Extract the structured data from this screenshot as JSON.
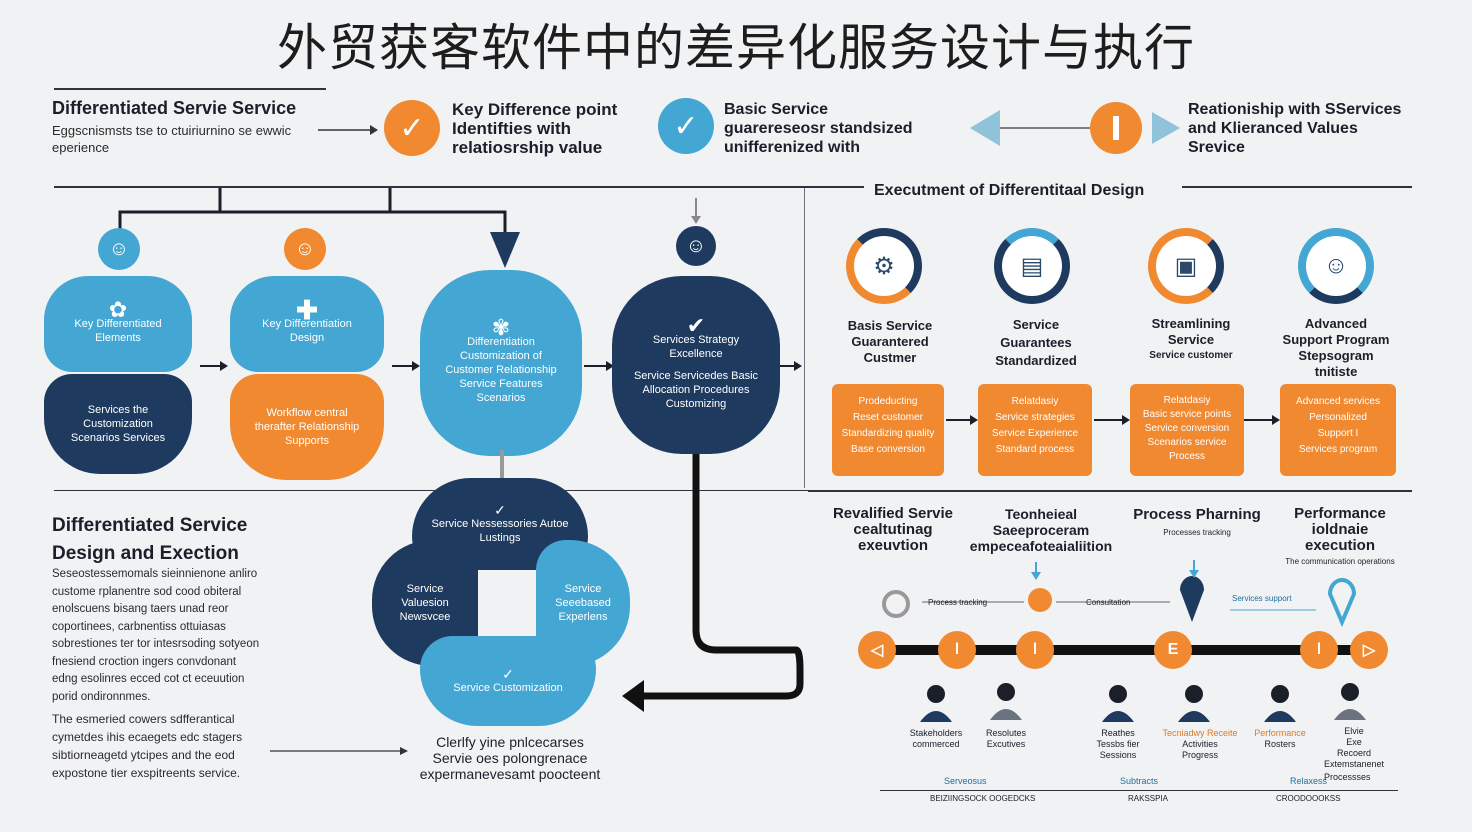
{
  "title": "外贸获客软件中的差异化服务设计与执行",
  "top": {
    "left_heading": "Differentiated Servie Service",
    "left_sub": [
      "Eggscnismsts tse to ctuiriurnino se ewwic",
      "eperience"
    ],
    "item1": [
      "Key Difference point",
      "Identifties with",
      "relatiosrship value"
    ],
    "item2": [
      "Basic Service",
      "guarereseosr standsized",
      "unifferenized with"
    ],
    "item3": [
      "Reationiship with SServices",
      "and Klieranced Values",
      "Srevice"
    ]
  },
  "exec_heading": "Executment of Differentitaal Design",
  "hexes": [
    {
      "top": "Key Differentiated Elements",
      "bottom": "Services the Customization Scenarios Services"
    },
    {
      "top": "Key Differentiation Design",
      "bottom": "Workflow central therafter Relationship Supports"
    },
    {
      "main": "Differentiation Customization of Customer Relationship Service Features Scenarios"
    },
    {
      "top": "Services Strategy Excellence",
      "bottom": "Service Servicedes Basic Allocation Procedures Customizing"
    }
  ],
  "stages": [
    {
      "title": [
        "Basis Service",
        "Guarantered",
        "Custmer"
      ],
      "box": [
        "Prodeducting",
        "Reset customer",
        "Standardizing quality",
        "Base conversion"
      ]
    },
    {
      "title": [
        "Service",
        "Guarantees",
        "Standardized"
      ],
      "box": [
        "Relatdasiy",
        "Service strategies",
        "Service Experience",
        "Standard process"
      ]
    },
    {
      "title": [
        "Streamlining",
        "Service",
        "Service customer"
      ],
      "box": [
        "Relatdasiy",
        "Basic service points",
        "Service conversion",
        "Scenarios service",
        "Process"
      ]
    },
    {
      "title": [
        "Advanced",
        "Support Program",
        "Stepsogram",
        "tnitiste"
      ],
      "box": [
        "Advanced services",
        "Personalized",
        "Support I",
        "Services program"
      ]
    }
  ],
  "left_block": {
    "heading": [
      "Differentiated Service",
      "Design and Exection"
    ],
    "para1": [
      "Seseostessemomals sieinnienone anliro",
      "custome rplanentre sod cood obiteral",
      "enolscuens bisang taers unad reor",
      "coportinees, carbnentiss ottuiasas",
      "sobrestiones ter tor intesrsoding sotyeon",
      "fnesiend croction ingers convdonant",
      "edng esolinres ecced cot ct eceuution",
      "porid ondironnmes."
    ],
    "para2": [
      "The esmeried cowers sdfferantical",
      "cymetdes ihis ecaegets edc stagers",
      "sibtiorneagetd ytcipes and the eod",
      "expostone tier exspitreents service."
    ]
  },
  "cycle": [
    {
      "label": "Service Nessessories Autoe Lustings"
    },
    {
      "label": "Service Valuesion Newsvcee"
    },
    {
      "label": "Service Seeebased Experlens"
    },
    {
      "label": "Service Customization"
    }
  ],
  "cycle_caption": [
    "Clerlfy yine pnlcecarses",
    "Servie oes polongrenace",
    "expermanevesamt poocteent"
  ],
  "lower_cols": [
    {
      "title": [
        "Revalified Servie",
        "cealtutinag",
        "exeuvtion"
      ]
    },
    {
      "title": [
        "Teonheieal",
        "Saeeproceram",
        "empeceafoteaialiition"
      ]
    },
    {
      "title": [
        "Process Pharning"
      ],
      "sub": "Processes tracking"
    },
    {
      "title": [
        "Performance",
        "ioldnaie",
        "execution"
      ],
      "sub": "The communication operations"
    }
  ],
  "timeline_labels": [
    "Process tracking",
    "Consultation",
    "Services support"
  ],
  "people": [
    {
      "name": [
        "Stakeholders",
        "commerced"
      ]
    },
    {
      "name": [
        "Resolutes",
        "Excutives"
      ]
    },
    {
      "name": [
        "Reathes",
        "Tessbs fier",
        "Sessions"
      ]
    },
    {
      "name": [
        "Tecniadwy Receite",
        "Activities",
        "Progress"
      ]
    },
    {
      "name": [
        "Performance",
        "Rosters"
      ]
    },
    {
      "name": [
        "Elvie",
        "Exe",
        "Recoerd",
        "Extemstanenet"
      ]
    }
  ],
  "bottom_labels": [
    "Serveosus",
    "Subtracts",
    "Relaxess",
    "Processses"
  ],
  "axis_labels": [
    "BEIZIINGSOCK OOGEDCKS",
    "RAKSSPIA",
    "CROODOOOKSS"
  ],
  "colors": {
    "navy": "#1f3a5f",
    "blue": "#43a6d3",
    "orange": "#f0892f"
  },
  "icons": [
    "check-icon",
    "person-icon",
    "plus-icon",
    "arrow-icon"
  ]
}
